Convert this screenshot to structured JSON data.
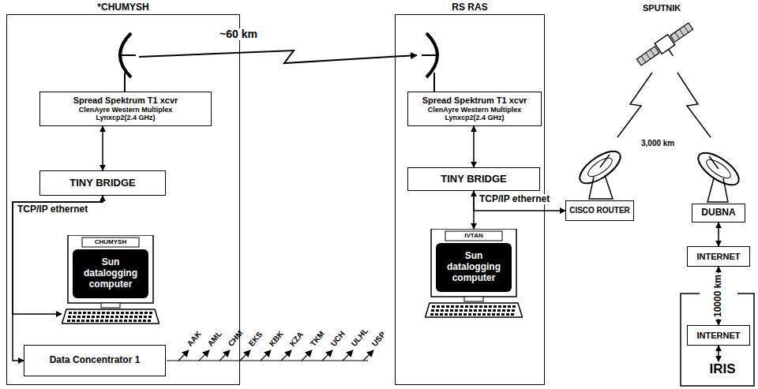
{
  "diagram": {
    "nodes": [
      {
        "text": [
          "*CHUMYSH"
        ]
      },
      {
        "text": [
          "Spread Spektrum T1 xcvr",
          "ClenAyre Western Multiplex Lynxcp2(2.4 GHz)"
        ],
        "in": 0
      },
      {
        "text": [
          "TINY BRIDGE"
        ],
        "in": 0
      },
      {
        "text": [
          "CHUMYSH",
          "Sun datalogging computer"
        ],
        "in": 0
      },
      {
        "text": [
          "Data Concentrator 1"
        ],
        "in": 0
      },
      {
        "text": [
          "RS RAS"
        ]
      },
      {
        "text": [
          "Spread Spektrum T1 xcvr",
          "ClenAyre Western Multiplex Lynxcp2(2.4 GHz)"
        ],
        "in": 5
      },
      {
        "text": [
          "TINY BRIDGE"
        ],
        "in": 5
      },
      {
        "text": [
          "IVTAN",
          "Sun datalogging computer"
        ],
        "in": 5
      },
      {
        "text": [
          "CISCO ROUTER"
        ]
      },
      {
        "text": [
          "DUBNA"
        ]
      },
      {
        "text": [
          "INTERNET"
        ]
      },
      {
        "text": [
          "INTERNET"
        ]
      },
      {
        "text": [
          "IRIS"
        ]
      }
    ],
    "edges": [
      {
        "from": 1,
        "to": 2,
        "arrow": "both"
      },
      {
        "from": 4,
        "to": 2,
        "label": "TCP/IP ethernet",
        "arrow": "both"
      },
      {
        "from": 2,
        "to": 3,
        "arrow": "to"
      },
      {
        "from": 6,
        "to": 7,
        "arrow": "both"
      },
      {
        "from": 7,
        "to": 8,
        "arrow": "both"
      },
      {
        "from": 7,
        "to": 9,
        "label": "TCP/IP ethernet",
        "arrow": "to"
      },
      {
        "from": 10,
        "to": 11,
        "arrow": "both"
      },
      {
        "from": 11,
        "to": 12,
        "label": "10000 km",
        "arrow": "both"
      },
      {
        "from": 12,
        "to": 13,
        "arrow": "both"
      }
    ],
    "labels": [
      "~60 km",
      "AAK",
      "AML",
      "CHM",
      "EKS",
      "KBK",
      "KZA",
      "TKM",
      "UCH",
      "ULHL",
      "USP",
      "SPUTNIK",
      "3,000 km"
    ]
  }
}
